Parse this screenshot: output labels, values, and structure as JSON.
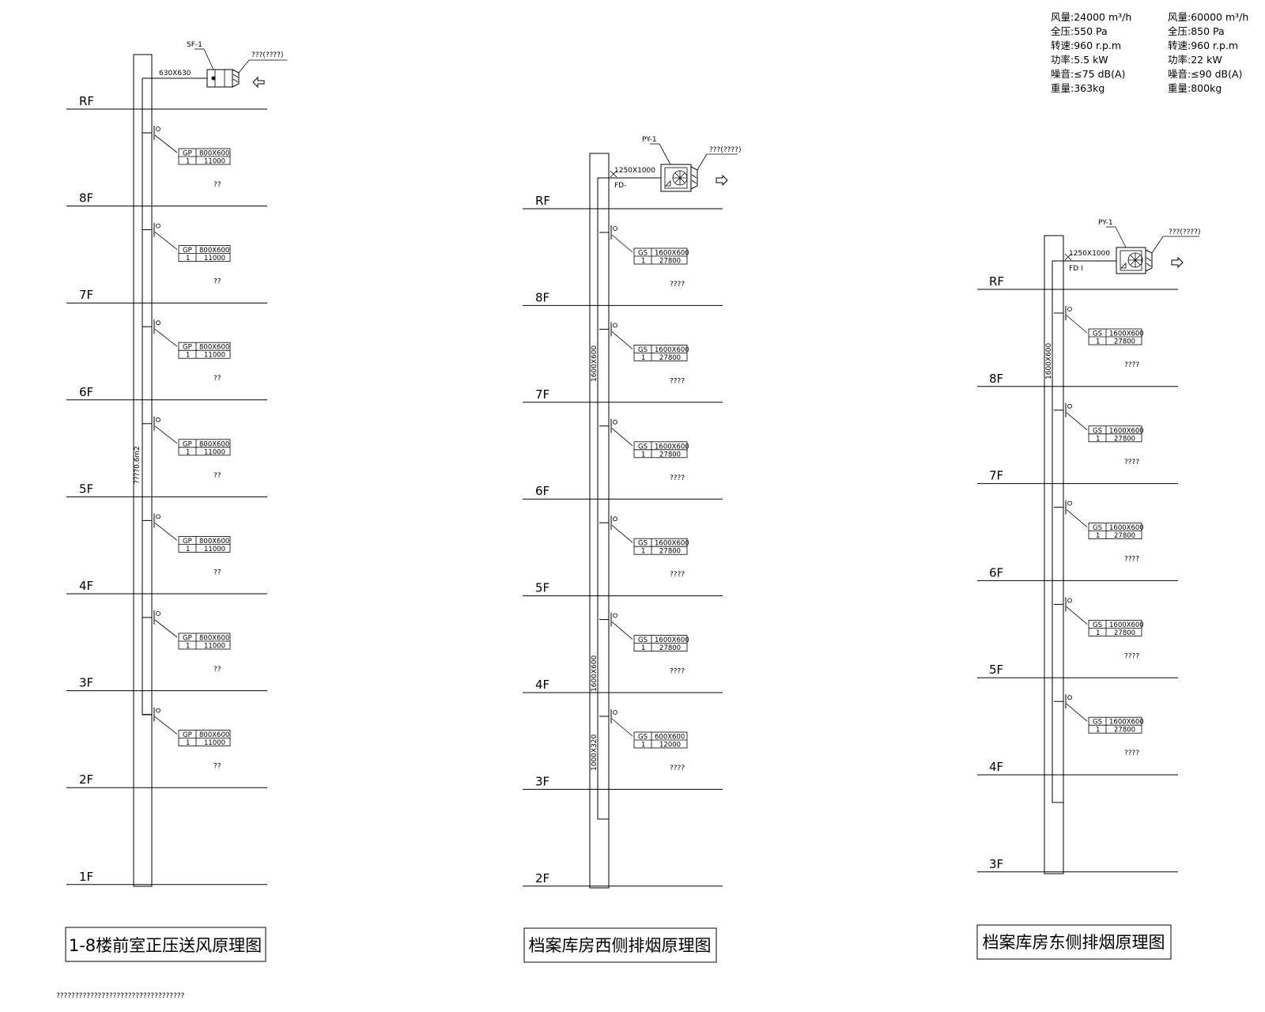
{
  "specs": {
    "left": [
      {
        "label": "风量:",
        "value": "24000 m³/h"
      },
      {
        "label": "全压:",
        "value": "550 Pa"
      },
      {
        "label": "转速:",
        "value": "960 r.p.m"
      },
      {
        "label": "功率:",
        "value": "5.5 kW"
      },
      {
        "label": "噪音:",
        "value": "≤75 dB(A)"
      },
      {
        "label": "重量:",
        "value": "363kg"
      }
    ],
    "right": [
      {
        "label": "风量:",
        "value": "60000 m³/h"
      },
      {
        "label": "全压:",
        "value": "850 Pa"
      },
      {
        "label": "转速:",
        "value": "960 r.p.m"
      },
      {
        "label": "功率:",
        "value": "22 kW"
      },
      {
        "label": "噪音:",
        "value": "≤90 dB(A)"
      },
      {
        "label": "重量:",
        "value": "800kg"
      }
    ]
  },
  "diagrams": [
    {
      "title": "1-8楼前室正压送风原理图",
      "fan_tag": "SF-1",
      "fan_duct": "630X630",
      "fan_note": "???(????)",
      "shaft_label": "????0.6m2",
      "floors": [
        "RF",
        "8F",
        "7F",
        "6F",
        "5F",
        "4F",
        "3F",
        "2F",
        "1F"
      ],
      "outlets": [
        {
          "type": "GP",
          "size": "800X600",
          "qty": "1",
          "flow": "11000",
          "note": "??"
        },
        {
          "type": "GP",
          "size": "800X600",
          "qty": "1",
          "flow": "11000",
          "note": "??"
        },
        {
          "type": "GP",
          "size": "800X600",
          "qty": "1",
          "flow": "11000",
          "note": "??"
        },
        {
          "type": "GP",
          "size": "800X600",
          "qty": "1",
          "flow": "11000",
          "note": "??"
        },
        {
          "type": "GP",
          "size": "800X600",
          "qty": "1",
          "flow": "11000",
          "note": "??"
        },
        {
          "type": "GP",
          "size": "800X600",
          "qty": "1",
          "flow": "11000",
          "note": "??"
        },
        {
          "type": "GP",
          "size": "800X600",
          "qty": "1",
          "flow": "11000",
          "note": "??"
        }
      ]
    },
    {
      "title": "档案库房西侧排烟原理图",
      "fan_tag": "PY-1",
      "fan_duct": "1250X1000",
      "fan_sub": "FD-",
      "fan_note": "???(????)",
      "shaft_labels": [
        "1600X600",
        "1600X600",
        "1000X320"
      ],
      "floors": [
        "RF",
        "8F",
        "7F",
        "6F",
        "5F",
        "4F",
        "3F",
        "2F"
      ],
      "outlets": [
        {
          "type": "GS",
          "size": "1600X600",
          "qty": "1",
          "flow": "27800",
          "note": "????"
        },
        {
          "type": "GS",
          "size": "1600X600",
          "qty": "1",
          "flow": "27800",
          "note": "????"
        },
        {
          "type": "GS",
          "size": "1600X600",
          "qty": "1",
          "flow": "27800",
          "note": "????"
        },
        {
          "type": "GS",
          "size": "1600X600",
          "qty": "1",
          "flow": "27800",
          "note": "????"
        },
        {
          "type": "GS",
          "size": "1600X600",
          "qty": "1",
          "flow": "27800",
          "note": "????"
        },
        {
          "type": "GS",
          "size": "600X600",
          "qty": "1",
          "flow": "12000",
          "note": "????"
        }
      ]
    },
    {
      "title": "档案库房东侧排烟原理图",
      "fan_tag": "PY-1",
      "fan_duct": "1250X1000",
      "fan_sub": "FD I",
      "fan_note": "???(????)",
      "shaft_labels": [
        "1600X600"
      ],
      "floors": [
        "RF",
        "8F",
        "7F",
        "6F",
        "5F",
        "4F",
        "3F"
      ],
      "outlets": [
        {
          "type": "GS",
          "size": "1600X600",
          "qty": "1",
          "flow": "27800",
          "note": "????"
        },
        {
          "type": "GS",
          "size": "1600X600",
          "qty": "1",
          "flow": "27800",
          "note": "????"
        },
        {
          "type": "GS",
          "size": "1600X600",
          "qty": "1",
          "flow": "27800",
          "note": "????"
        },
        {
          "type": "GS",
          "size": "1600X600",
          "qty": "1",
          "flow": "27800",
          "note": "????"
        },
        {
          "type": "GS",
          "size": "1600X600",
          "qty": "1",
          "flow": "27800",
          "note": "????"
        }
      ]
    }
  ],
  "footnote": "??????????????????????????????????"
}
